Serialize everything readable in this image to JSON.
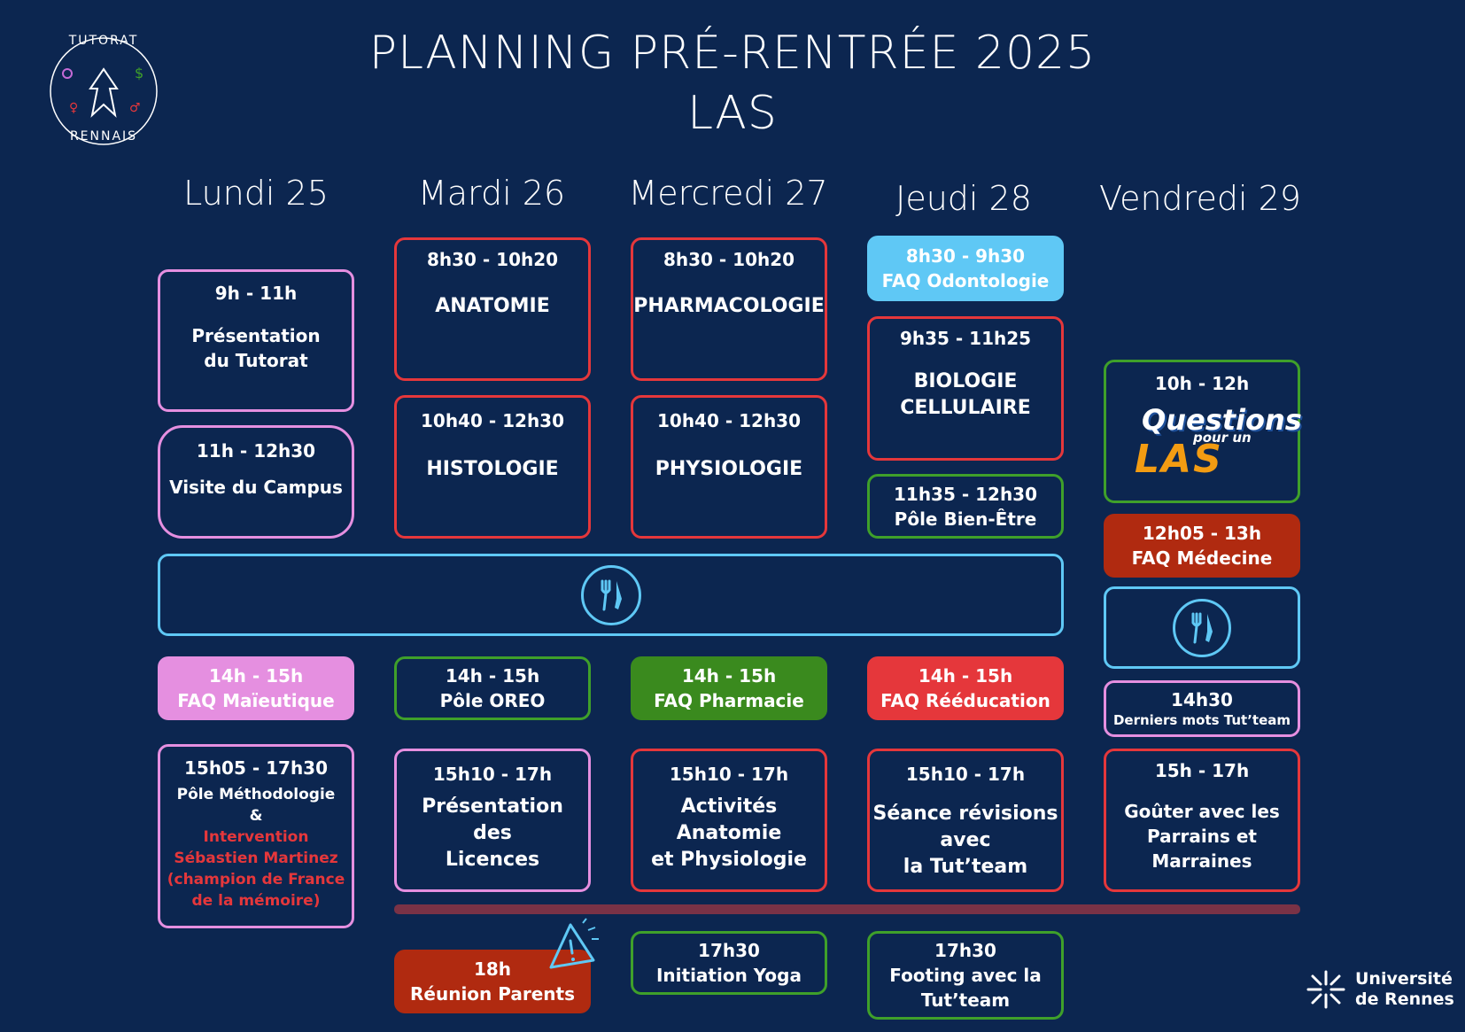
{
  "header": {
    "title_line1": "PLANNING PRÉ-RENTRÉE 2025",
    "title_line2": "LAS",
    "logo_top": "TUTORAT",
    "logo_bottom": "RENNAIS",
    "university": [
      "Université",
      "de Rennes"
    ]
  },
  "days": [
    "Lundi 25",
    "Mardi 26",
    "Mercredi 27",
    "Jeudi 28",
    "Vendredi 29"
  ],
  "lundi": {
    "b1_time": "9h - 11h",
    "b1_l1": "Présentation",
    "b1_l2": "du Tutorat",
    "b2_time": "11h - 12h30",
    "b2_l1": "Visite du Campus",
    "b3_time": "14h - 15h",
    "b3_l1": "FAQ Maïeutique",
    "b4_time": "15h05 - 17h30",
    "b4_l1": "Pôle Méthodologie",
    "b4_l2": "&",
    "b4_l3": "Intervention",
    "b4_l4": "Sébastien Martinez",
    "b4_l5": "(champion de France",
    "b4_l6": "de la mémoire)"
  },
  "mardi": {
    "b1_time": "8h30 - 10h20",
    "b1_l1": "ANATOMIE",
    "b2_time": "10h40 - 12h30",
    "b2_l1": "HISTOLOGIE",
    "b3_time": "14h - 15h",
    "b3_l1": "Pôle OREO",
    "b4_time": "15h10 - 17h",
    "b4_l1": "Présentation",
    "b4_l2": "des",
    "b4_l3": "Licences",
    "b5_time": "18h",
    "b5_l1": "Réunion Parents"
  },
  "mercredi": {
    "b1_time": "8h30 - 10h20",
    "b1_l1": "PHARMACOLOGIE",
    "b2_time": "10h40 - 12h30",
    "b2_l1": "PHYSIOLOGIE",
    "b3_time": "14h - 15h",
    "b3_l1": "FAQ Pharmacie",
    "b4_time": "15h10 - 17h",
    "b4_l1": "Activités",
    "b4_l2": "Anatomie",
    "b4_l3": "et Physiologie",
    "b5_time": "17h30",
    "b5_l1": "Initiation Yoga"
  },
  "jeudi": {
    "b1_time": "8h30 - 9h30",
    "b1_l1": "FAQ Odontologie",
    "b2_time": "9h35 - 11h25",
    "b2_l1": "BIOLOGIE",
    "b2_l2": "CELLULAIRE",
    "b3_time": "11h35 - 12h30",
    "b3_l1": "Pôle Bien-Être",
    "b4_time": "14h - 15h",
    "b4_l1": "FAQ Rééducation",
    "b5_time": "15h10 - 17h",
    "b5_l1": "Séance révisions",
    "b5_l2": "avec",
    "b5_l3": "la Tut’team",
    "b6_time": "17h30",
    "b6_l1": "Footing avec la",
    "b6_l2": "Tut’team"
  },
  "vendredi": {
    "b1_time": "10h - 12h",
    "b1_logo1": "Questions",
    "b1_logo2": "pour un",
    "b1_logo3": "LAS",
    "b2_time": "12h05 - 13h",
    "b2_l1": "FAQ Médecine",
    "b3_time": "14h30",
    "b3_l1": "Derniers mots Tut’team",
    "b4_time": "15h - 17h",
    "b4_l1": "Goûter avec les",
    "b4_l2": "Parrains et",
    "b4_l3": "Marraines"
  },
  "colors": {
    "background": "#0c2650",
    "pink": "#e58fe0",
    "red": "#e5373b",
    "green": "#3fa02a",
    "blue": "#5fc8f5",
    "dark_red": "#b02a10",
    "orange": "#f39c12"
  },
  "icons": [
    "lunch-icon",
    "warning-icon",
    "university-logo-icon",
    "tutorat-logo-icon"
  ]
}
